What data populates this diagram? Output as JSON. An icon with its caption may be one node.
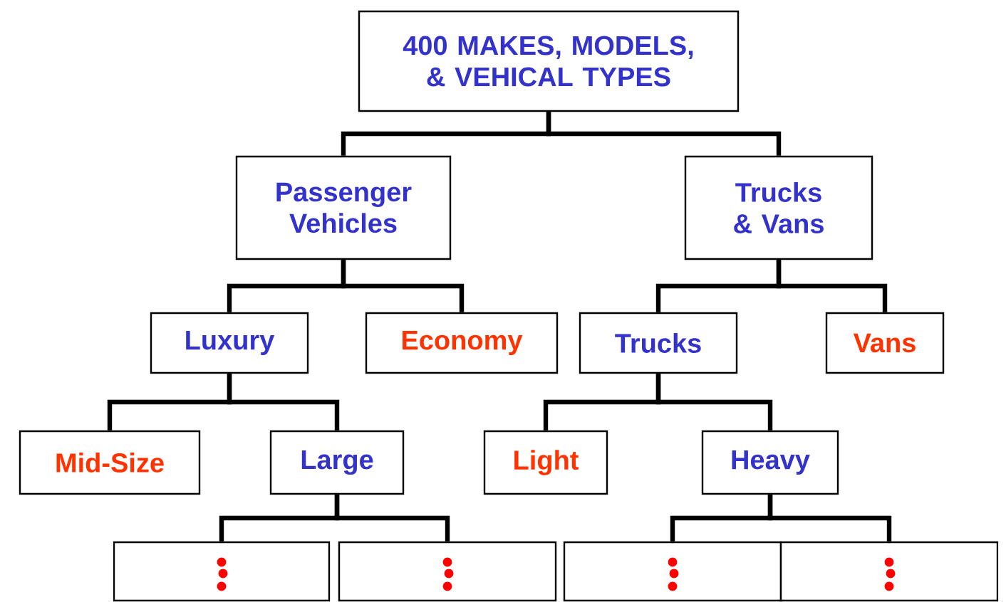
{
  "diagram": {
    "nodes": [
      {
        "text": [
          "400 MAKES, MODELS, & VEHICAL TYPES"
        ]
      },
      {
        "text": [
          "Passenger Vehicles"
        ]
      },
      {
        "text": [
          "Trucks & Vans"
        ]
      },
      {
        "text": [
          "Luxury"
        ]
      },
      {
        "text": [
          "Economy"
        ]
      },
      {
        "text": [
          "Trucks"
        ]
      },
      {
        "text": [
          "Vans"
        ]
      },
      {
        "text": [
          "Mid-Size"
        ]
      },
      {
        "text": [
          "Large"
        ]
      },
      {
        "text": [
          "Light"
        ]
      },
      {
        "text": [
          "Heavy"
        ]
      },
      {
        "text": [],
        "shape": "box"
      },
      {
        "text": [],
        "shape": "box"
      },
      {
        "text": [],
        "shape": "box"
      },
      {
        "text": [],
        "shape": "box"
      }
    ],
    "edges": [
      {
        "from": 0,
        "to": 1,
        "arrow": "none"
      },
      {
        "from": 0,
        "to": 2,
        "arrow": "none"
      },
      {
        "from": 1,
        "to": 3,
        "arrow": "none"
      },
      {
        "from": 1,
        "to": 4,
        "arrow": "none"
      },
      {
        "from": 2,
        "to": 5,
        "arrow": "none"
      },
      {
        "from": 2,
        "to": 6,
        "arrow": "none"
      },
      {
        "from": 3,
        "to": 7,
        "arrow": "none"
      },
      {
        "from": 3,
        "to": 8,
        "arrow": "none"
      },
      {
        "from": 5,
        "to": 9,
        "arrow": "none"
      },
      {
        "from": 5,
        "to": 10,
        "arrow": "none"
      },
      {
        "from": 8,
        "to": 11,
        "arrow": "none"
      },
      {
        "from": 8,
        "to": 12,
        "arrow": "none"
      },
      {
        "from": 10,
        "to": 13,
        "arrow": "none"
      },
      {
        "from": 10,
        "to": 14,
        "arrow": "none"
      }
    ]
  }
}
